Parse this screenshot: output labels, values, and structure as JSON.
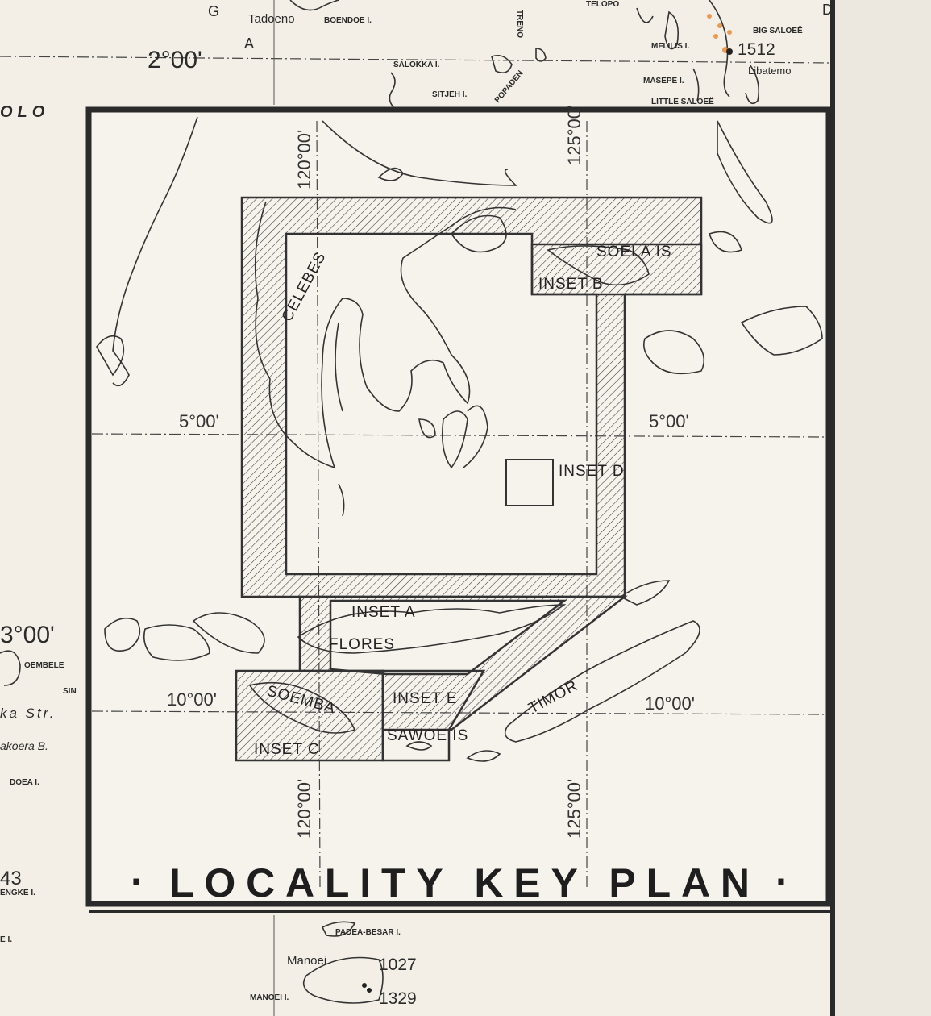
{
  "title": "LOCALITY KEY PLAN",
  "title_bullet": "·",
  "colors": {
    "paper": "#f3efe6",
    "ink": "#222222",
    "accent_stain": "#e8862e"
  },
  "outer_map": {
    "labels": {
      "g": "G",
      "a": "A",
      "d": "D",
      "olo": "OLO",
      "tadoeno": "Tadoeno",
      "boendoe": "BOENDOE I.",
      "salokka": "SALOKKA I.",
      "sitjeh": "SITJEH I.",
      "treno": "TRENO",
      "telopo": "TELOPO",
      "popaden": "POPADEN",
      "mflilis": "MFLILIS I.",
      "big_saloee": "BIG SALOEË",
      "height_1512": "1512",
      "libatemo": "Libatemo",
      "masepe": "MASEPE I.",
      "little_saloee": "LITTLE SALOEË",
      "lat_2": "2°00'",
      "lat_3": "3°00'",
      "oembele": "OEMBELE",
      "sin": "SIN",
      "strait": "ka Str.",
      "bay": "akoera B.",
      "doea": "DOEA I.",
      "height_43": "43",
      "engke": "ENGKE I.",
      "e_i": "E I.",
      "padea_besar": "PADEA-BESAR I.",
      "manoei": "Manoei",
      "height_1027": "1027",
      "manoei_i": "MANOEI I.",
      "height_1329": "1329"
    }
  },
  "key_plan": {
    "graticule": {
      "lon_120": "120°00'",
      "lon_125": "125°00'",
      "lat_5": "5°00'",
      "lat_10": "10°00'"
    },
    "regions": {
      "celebes": "CELEBES",
      "flores": "FLORES",
      "timor": "TIMOR",
      "soemba": "SOEMBA",
      "soela": "SOELA IS",
      "sawoe": "SAWOE IS"
    },
    "insets": [
      "INSET A",
      "INSET B",
      "INSET C",
      "INSET D",
      "INSET E"
    ]
  }
}
